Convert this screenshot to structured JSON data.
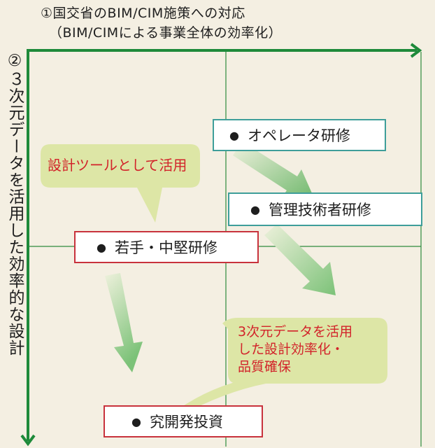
{
  "header": {
    "line1": "①国交省のBIM/CIM施策への対応",
    "line2": "（BIM/CIMによる事業全体の効率化）"
  },
  "vertical_title": "②３次元データを活用した効率的な設計",
  "boxes": {
    "operator": "オペレータ研修",
    "manager": "管理技術者研修",
    "young": "若手・中堅研修",
    "research": "究開発投資"
  },
  "bullet": "●",
  "callouts": {
    "design_tool": "設計ツールとして活用",
    "efficiency_line1": "3次元データを活用",
    "efficiency_line2": "した設計効率化・",
    "efficiency_line3": "品質確保"
  },
  "colors": {
    "axis_green": "#1e8a3a",
    "callout_fill": "#dde6a6",
    "callout_text": "#d2232a",
    "teal_border": "#3e9e9a",
    "red_border": "#c8323c",
    "arrow_green": "#8fc98a"
  }
}
